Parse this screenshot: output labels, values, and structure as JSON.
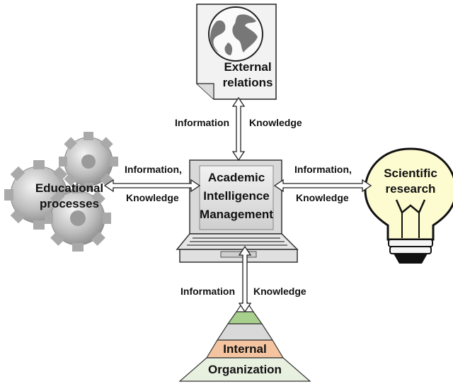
{
  "center": {
    "line1": "Academic",
    "line2": "Intelligence",
    "line3": "Management"
  },
  "external": {
    "line1": "External",
    "line2": "relations"
  },
  "education": {
    "line1": "Educational",
    "line2": "processes"
  },
  "science": {
    "line1": "Scientific",
    "line2": "research"
  },
  "internal": {
    "line1": "Internal",
    "line2": "Organization"
  },
  "flows": {
    "top_left": "Information",
    "top_right": "Knowledge",
    "left_upper": "Information,",
    "left_lower": "Knowledge",
    "right_upper": "Information,",
    "right_lower": "Knowledge",
    "bottom_left": "Information",
    "bottom_right": "Knowledge"
  },
  "colors": {
    "arrow_fill": "#ffffff",
    "stroke": "#222222",
    "bulb": "#fdfbd0",
    "pyramid_top": "#a8d08d",
    "pyramid_mid": "#d9d9d9",
    "pyramid_band": "#f4c4a0",
    "pyramid_base": "#e8f0e0"
  }
}
